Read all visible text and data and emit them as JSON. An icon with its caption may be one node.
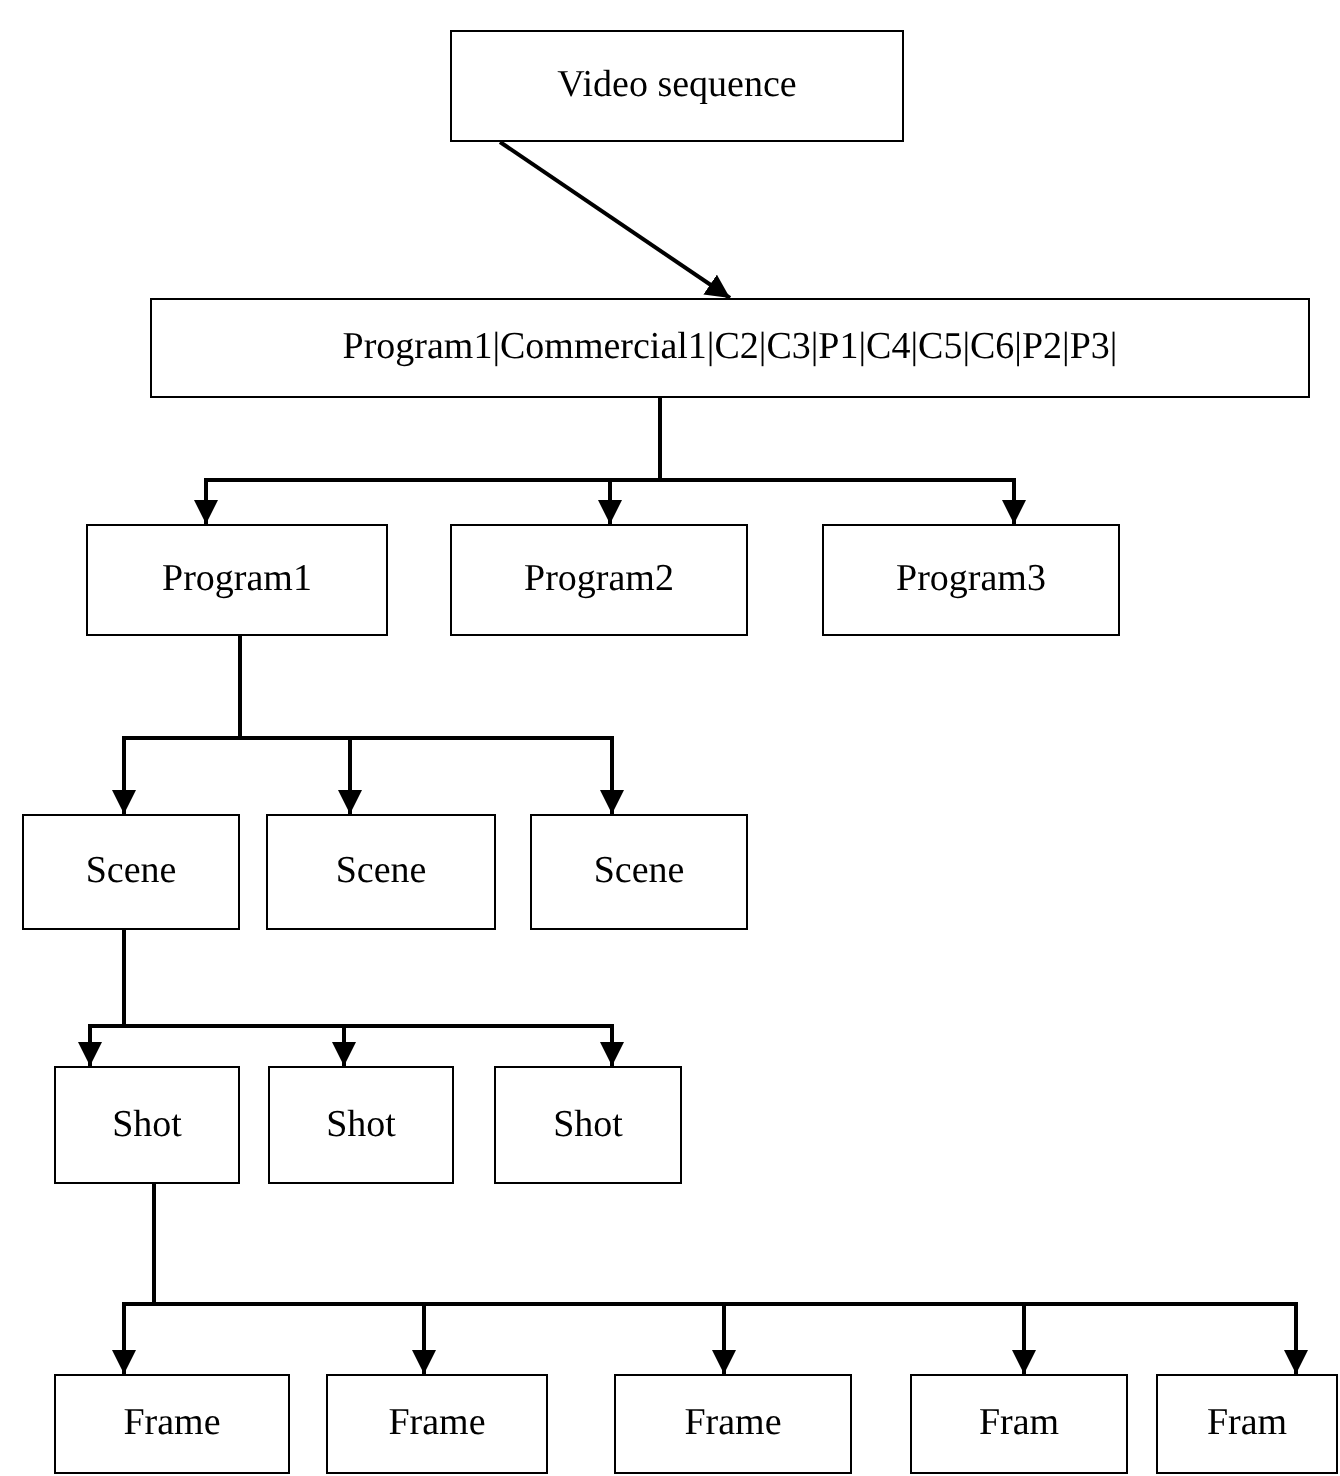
{
  "diagram": {
    "nodes": [
      {
        "text": [
          "Video sequence"
        ]
      },
      {
        "text": [
          "Program1|Commercial1|C2|C3|P1|C4|C5|C6|P2|P3|"
        ]
      },
      {
        "text": [
          "Program1"
        ]
      },
      {
        "text": [
          "Program2"
        ]
      },
      {
        "text": [
          "Program3"
        ]
      },
      {
        "text": [
          "Scene"
        ]
      },
      {
        "text": [
          "Scene"
        ]
      },
      {
        "text": [
          "Scene"
        ]
      },
      {
        "text": [
          "Shot"
        ]
      },
      {
        "text": [
          "Shot"
        ]
      },
      {
        "text": [
          "Shot"
        ]
      },
      {
        "text": [
          "Frame"
        ]
      },
      {
        "text": [
          "Frame"
        ]
      },
      {
        "text": [
          "Frame"
        ]
      },
      {
        "text": [
          "Fram"
        ]
      },
      {
        "text": [
          "Fram"
        ]
      }
    ],
    "edges": [
      {
        "from": 0,
        "to": 1,
        "arrow": "to"
      },
      {
        "from": 1,
        "to": 2,
        "arrow": "to"
      },
      {
        "from": 1,
        "to": 3,
        "arrow": "to"
      },
      {
        "from": 1,
        "to": 4,
        "arrow": "to"
      },
      {
        "from": 2,
        "to": 5,
        "arrow": "to"
      },
      {
        "from": 2,
        "to": 6,
        "arrow": "to"
      },
      {
        "from": 2,
        "to": 7,
        "arrow": "to"
      },
      {
        "from": 5,
        "to": 8,
        "arrow": "to"
      },
      {
        "from": 5,
        "to": 9,
        "arrow": "to"
      },
      {
        "from": 5,
        "to": 10,
        "arrow": "to"
      },
      {
        "from": 8,
        "to": 11,
        "arrow": "to"
      },
      {
        "from": 8,
        "to": 12,
        "arrow": "to"
      },
      {
        "from": 8,
        "to": 13,
        "arrow": "to"
      },
      {
        "from": 8,
        "to": 14,
        "arrow": "to"
      },
      {
        "from": 8,
        "to": 15,
        "arrow": "to"
      }
    ]
  }
}
